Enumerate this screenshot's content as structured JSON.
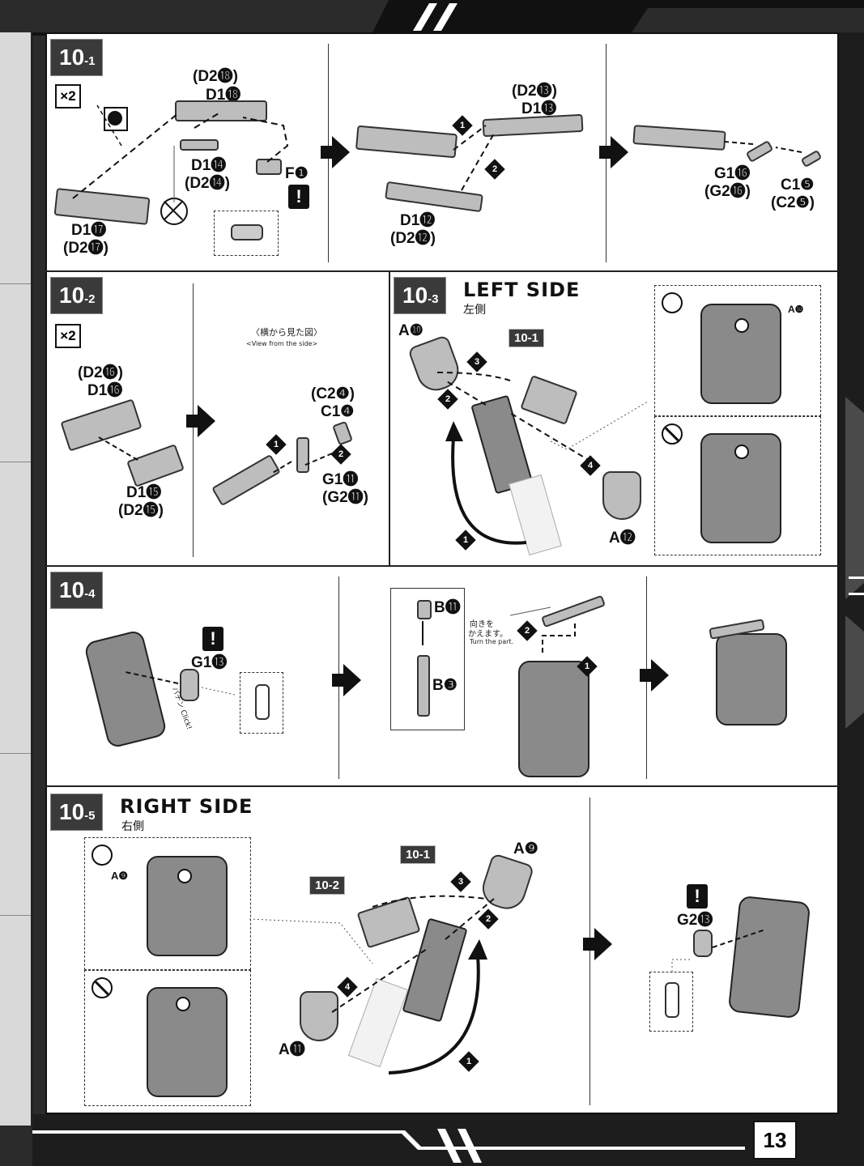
{
  "page_number": "13",
  "steps": {
    "s101": {
      "step_main": "10",
      "step_sub": "-1",
      "multiplier": "×2",
      "labels": {
        "a": "(D2⓲)",
        "b": "D1⓲",
        "c": "D1⓮",
        "d": "(D2⓮)",
        "e": "F❶",
        "f": "D1⓱",
        "g": "(D2⓱)",
        "h": "(D2⓭)",
        "i": "D1⓭",
        "j": "D1⓬",
        "k": "(D2⓬)",
        "l": "G1⓰",
        "m": "(G2⓰)",
        "n": "C1❺",
        "o": "(C2❺)"
      }
    },
    "s102": {
      "step_main": "10",
      "step_sub": "-2",
      "multiplier": "×2",
      "view_jp": "〈横から見た図〉",
      "view_en": "<View from the side>",
      "labels": {
        "a": "(D2⓰)",
        "b": "D1⓰",
        "c": "D1⓯",
        "d": "(D2⓯)",
        "e": "(C2❹)",
        "f": "C1❹",
        "g": "G1⓫",
        "h": "(G2⓫)"
      }
    },
    "s103": {
      "step_main": "10",
      "step_sub": "-3",
      "title": "LEFT SIDE",
      "subtitle": "左側",
      "ref": "10-1",
      "labels": {
        "a": "A❿",
        "b": "A⓬",
        "c": "A❿"
      }
    },
    "s104": {
      "step_main": "10",
      "step_sub": "-4",
      "labels": {
        "a": "G1⓭",
        "b": "B⓫",
        "c": "B❸"
      },
      "turn_jp1": "向きを",
      "turn_jp2": "かえます。",
      "turn_en": "Turn the part.",
      "click": "パチン Click!"
    },
    "s105": {
      "step_main": "10",
      "step_sub": "-5",
      "title": "RIGHT SIDE",
      "subtitle": "右側",
      "ref1": "10-1",
      "ref2": "10-2",
      "labels": {
        "a": "A❾",
        "b": "A❾",
        "c": "A⓫",
        "d": "G2⓭"
      }
    }
  },
  "icons": {
    "ok": "circle-ok-icon",
    "ng": "no-entry-icon",
    "warning": "exclamation-icon",
    "sticker": "half-circle-icon",
    "cutter": "nipper-icon"
  }
}
